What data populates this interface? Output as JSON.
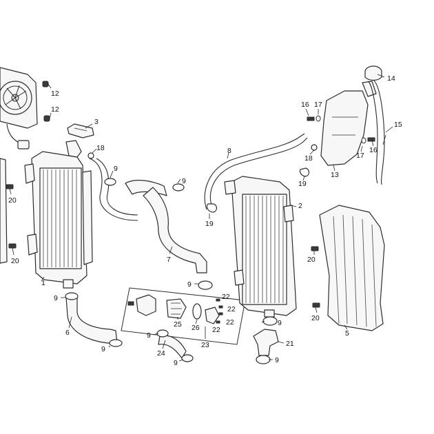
{
  "callouts": [
    {
      "id": "c12a",
      "text": "12"
    },
    {
      "id": "c12b",
      "text": "12"
    },
    {
      "id": "c3",
      "text": "3"
    },
    {
      "id": "c18a",
      "text": "18"
    },
    {
      "id": "c9a",
      "text": "9"
    },
    {
      "id": "c20a",
      "text": "20"
    },
    {
      "id": "c20b",
      "text": "20"
    },
    {
      "id": "c1",
      "text": "1"
    },
    {
      "id": "c9b",
      "text": "9"
    },
    {
      "id": "c6",
      "text": "6"
    },
    {
      "id": "c9c",
      "text": "9"
    },
    {
      "id": "c9d",
      "text": "9"
    },
    {
      "id": "c7",
      "text": "7"
    },
    {
      "id": "c8",
      "text": "8"
    },
    {
      "id": "c19a",
      "text": "19"
    },
    {
      "id": "c9e",
      "text": "9"
    },
    {
      "id": "c22a",
      "text": "22"
    },
    {
      "id": "c22b",
      "text": "22"
    },
    {
      "id": "c22c",
      "text": "22"
    },
    {
      "id": "c22d",
      "text": "22"
    },
    {
      "id": "c25",
      "text": "25"
    },
    {
      "id": "c26",
      "text": "26"
    },
    {
      "id": "c23",
      "text": "23"
    },
    {
      "id": "c9f",
      "text": "9"
    },
    {
      "id": "c24",
      "text": "24"
    },
    {
      "id": "c9g",
      "text": "9"
    },
    {
      "id": "c2",
      "text": "2"
    },
    {
      "id": "c9h",
      "text": "9"
    },
    {
      "id": "c21",
      "text": "21"
    },
    {
      "id": "c9i",
      "text": "9"
    },
    {
      "id": "c14",
      "text": "14"
    },
    {
      "id": "c16a",
      "text": "16"
    },
    {
      "id": "c17a",
      "text": "17"
    },
    {
      "id": "c15",
      "text": "15"
    },
    {
      "id": "c17b",
      "text": "17"
    },
    {
      "id": "c16b",
      "text": "16"
    },
    {
      "id": "c18b",
      "text": "18"
    },
    {
      "id": "c13",
      "text": "13"
    },
    {
      "id": "c19b",
      "text": "19"
    },
    {
      "id": "c20c",
      "text": "20"
    },
    {
      "id": "c20d",
      "text": "20"
    },
    {
      "id": "c5",
      "text": "5"
    }
  ]
}
